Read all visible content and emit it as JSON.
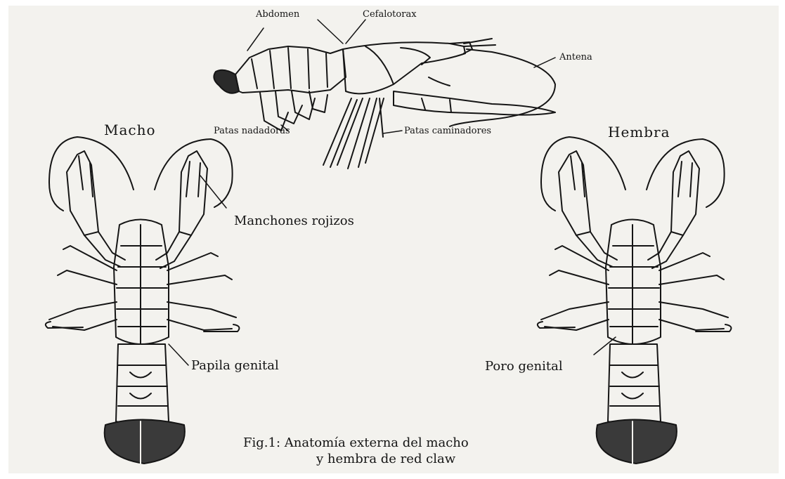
{
  "labels": {
    "abdomen": "Abdomen",
    "cefalotorax": "Cefalotorax",
    "antena": "Antena",
    "patas_nadadoras": "Patas nadadoras",
    "patas_caminadores": "Patas caminadores",
    "macho": "Macho",
    "hembra": "Hembra",
    "manchones": "Manchones rojizos",
    "papila": "Papila genital",
    "poro": "Poro genital"
  },
  "caption": {
    "line1": "Fig.1:  Anatomía externa del macho",
    "line2": "y hembra de red claw"
  },
  "colors": {
    "ink": "#151515",
    "paper": "#f3f2ee"
  }
}
